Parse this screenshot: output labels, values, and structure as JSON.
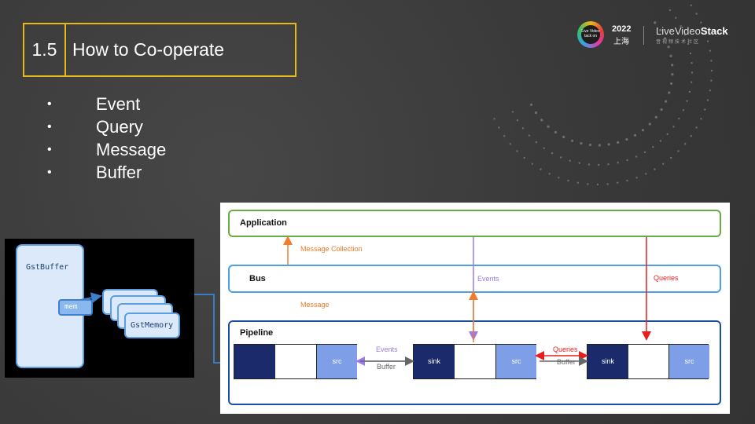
{
  "slide": {
    "section_number": "1.5",
    "title": "How to Co-operate",
    "bullets": [
      "Event",
      "Query",
      "Message",
      "Buffer"
    ]
  },
  "logo": {
    "badge_text": "Live Video tack on",
    "year": "2022",
    "city": "上海",
    "brand_left": "LiveVideo",
    "brand_right": "Stack",
    "brand_subtitle": "音视频技术社区"
  },
  "memory_diagram": {
    "buffer_label": "GstBuffer",
    "mem_label": "mem",
    "memory_label": "GstMemory"
  },
  "pipeline_diagram": {
    "application_label": "Application",
    "bus_label": "Bus",
    "pipeline_label": "Pipeline",
    "message_collection_label": "Message Collection",
    "message_label": "Message",
    "events_label": "Events",
    "queries_label": "Queries",
    "buffer_label": "Buffer",
    "src_label": "src",
    "sink_label": "sink",
    "colors": {
      "message": "#f07d2c",
      "events": "#9a7be8",
      "queries": "#e81e1e",
      "buffer": "#777777"
    }
  }
}
